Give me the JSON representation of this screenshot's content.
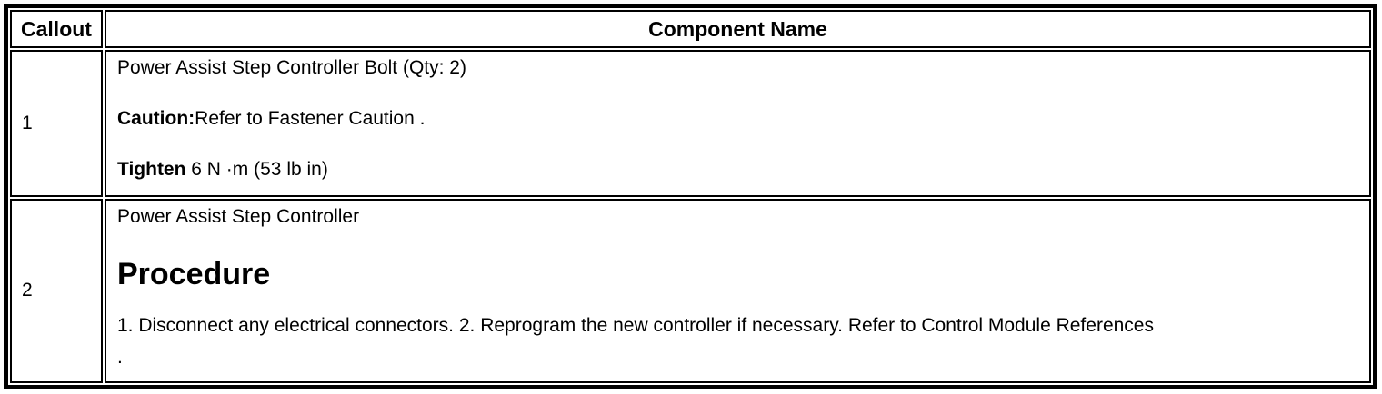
{
  "colors": {
    "background": "#ffffff",
    "text": "#000000",
    "border": "#000000"
  },
  "table": {
    "headers": {
      "callout": "Callout",
      "component": "Component Name"
    },
    "rows": [
      {
        "callout": "1",
        "component": "Power Assist Step Controller Bolt (Qty: 2)",
        "caution_label": "Caution:",
        "caution_text": "Refer to Fastener Caution .",
        "tighten_label": "Tighten",
        "tighten_text": "6 N ·m (53 lb in)"
      },
      {
        "callout": "2",
        "component": "Power Assist Step Controller",
        "procedure_heading": "Procedure",
        "procedure_steps": "1. Disconnect any electrical connectors. 2. Reprogram the new controller if necessary. Refer to Control Module References",
        "procedure_steps_cont": "."
      }
    ]
  }
}
